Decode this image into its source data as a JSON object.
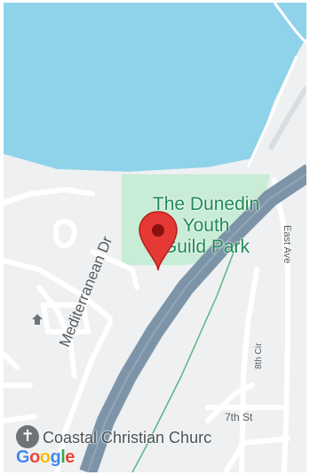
{
  "map": {
    "park_name_lines": [
      "The Dunedin",
      "Youth",
      "Guild Park"
    ],
    "streets": {
      "mediterranean": "Mediterranean Dr",
      "east_ave": "East Ave",
      "eighth_cir": "8th Cir",
      "seventh_st": "7th St"
    },
    "poi": {
      "label": "Coastal Christian Churc",
      "icon": "church-cross-icon"
    },
    "marker": {
      "icon": "map-pin-icon",
      "color": "#e53935"
    }
  },
  "branding": {
    "logo_letters": [
      "G",
      "o",
      "o",
      "g",
      "l",
      "e"
    ],
    "logo_colors": [
      "#4285f4",
      "#ea4335",
      "#fbbc05",
      "#4285f4",
      "#34a853",
      "#ea4335"
    ]
  },
  "colors": {
    "water": "#8fd3ea",
    "land": "#eef0f1",
    "park": "#c8ecd6",
    "highway": "#7d94a8",
    "road": "#ffffff",
    "trail": "#57b785"
  }
}
